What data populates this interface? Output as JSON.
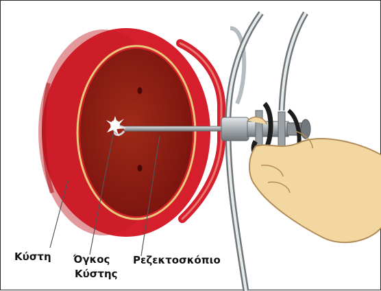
{
  "labels": {
    "bladder": "Κύστη",
    "tumor_line1": "Όγκος",
    "tumor_line2": "Κύστης",
    "resectoscope": "Ρεζεκτοσκόπιο"
  },
  "colors": {
    "bladder_red": "#d61f2c",
    "bladder_dark": "#a3141b",
    "interior": "#8e1a12",
    "instrument_gray": "#9aa0a4",
    "skin": "#f2d7a0"
  }
}
